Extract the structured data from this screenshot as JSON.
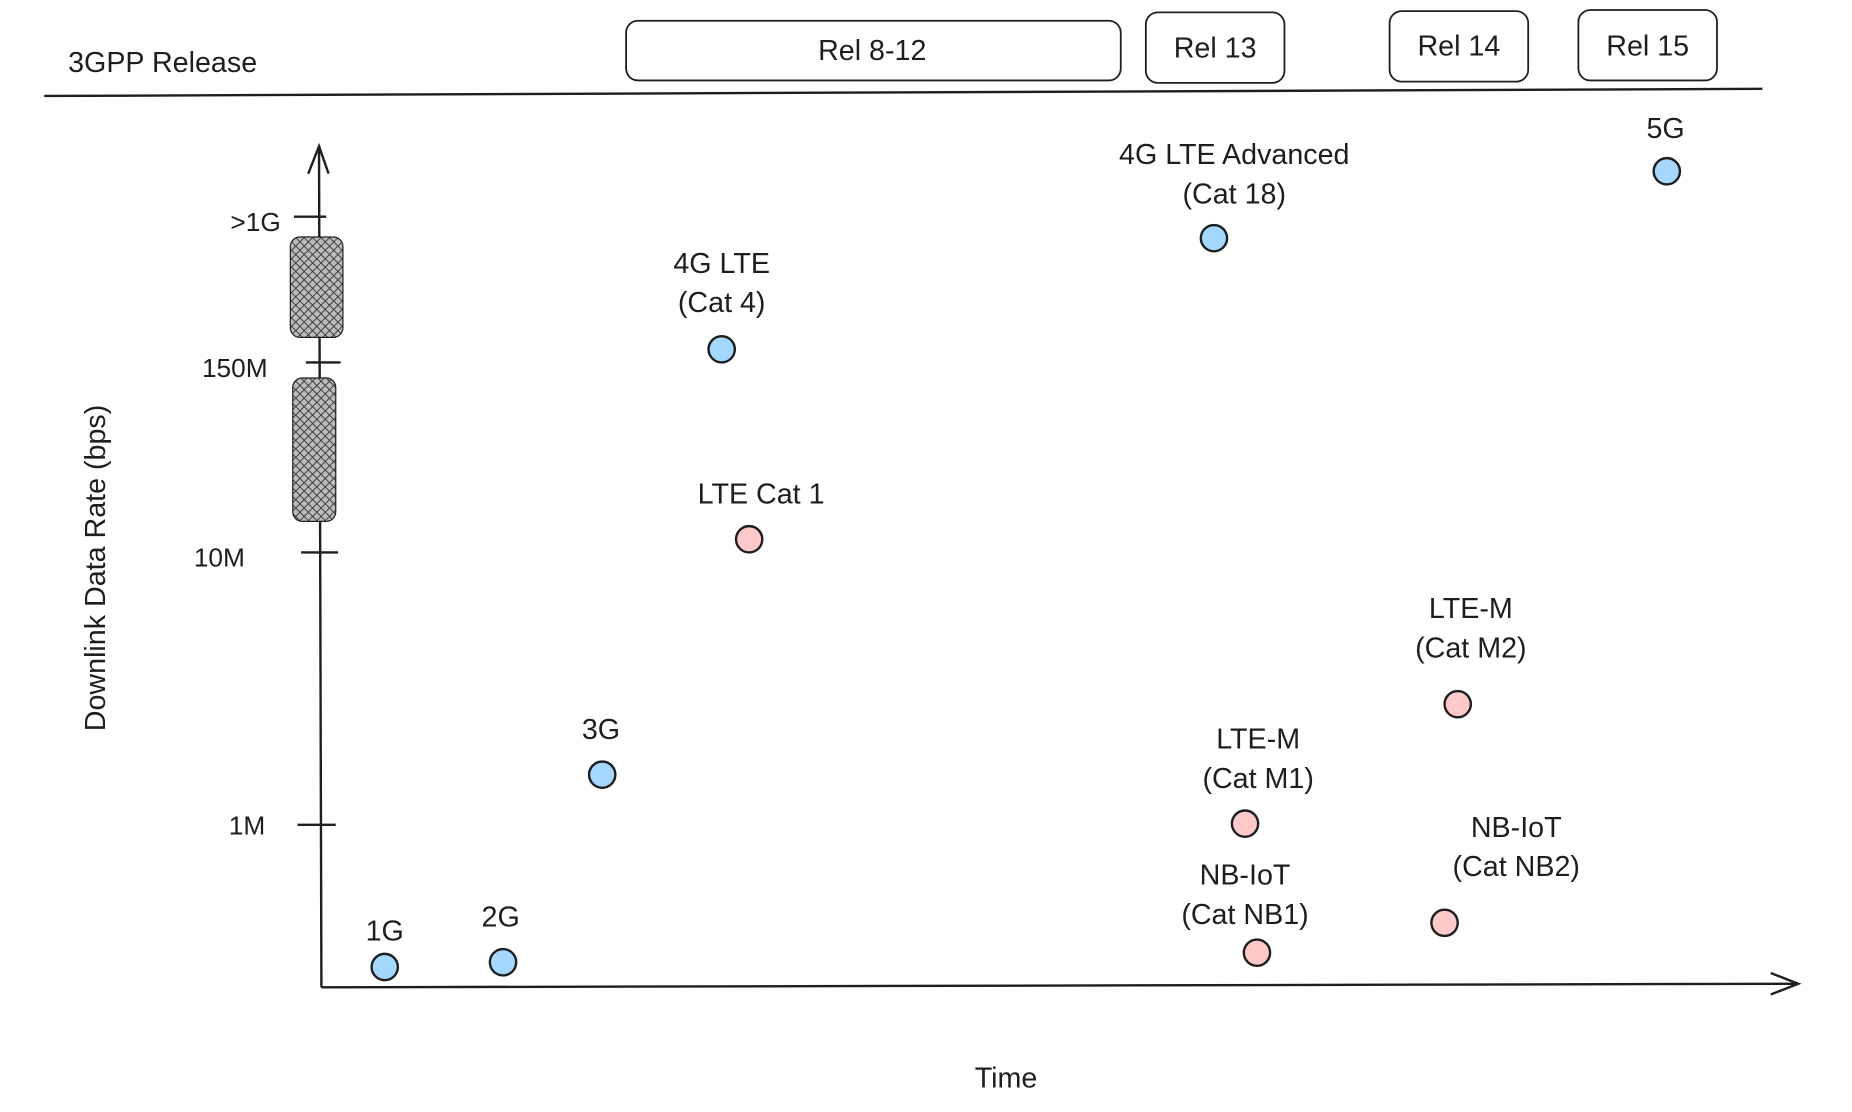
{
  "header": {
    "title": "3GPP Release",
    "releases": [
      "Rel 8-12",
      "Rel 13",
      "Rel 14",
      "Rel 15"
    ]
  },
  "axes": {
    "ylabel": "Downlink Data Rate (bps)",
    "xlabel": "Time",
    "yticks": [
      ">1G",
      "150M",
      "10M",
      "1M"
    ]
  },
  "colors": {
    "cellular": "#a5d8ff",
    "iot": "#ffc9c9",
    "stroke": "#1e1e1e"
  },
  "points": [
    {
      "lines": [
        "1G"
      ],
      "kind": "cellular"
    },
    {
      "lines": [
        "2G"
      ],
      "kind": "cellular"
    },
    {
      "lines": [
        "3G"
      ],
      "kind": "cellular"
    },
    {
      "lines": [
        "4G LTE",
        "(Cat 4)"
      ],
      "kind": "cellular"
    },
    {
      "lines": [
        "LTE Cat 1"
      ],
      "kind": "iot"
    },
    {
      "lines": [
        "4G LTE Advanced",
        "(Cat 18)"
      ],
      "kind": "cellular"
    },
    {
      "lines": [
        "5G"
      ],
      "kind": "cellular"
    },
    {
      "lines": [
        "LTE-M",
        "(Cat M1)"
      ],
      "kind": "iot"
    },
    {
      "lines": [
        "NB-IoT",
        "(Cat NB1)"
      ],
      "kind": "iot"
    },
    {
      "lines": [
        "LTE-M",
        "(Cat M2)"
      ],
      "kind": "iot"
    },
    {
      "lines": [
        "NB-IoT",
        "(Cat NB2)"
      ],
      "kind": "iot"
    }
  ]
}
